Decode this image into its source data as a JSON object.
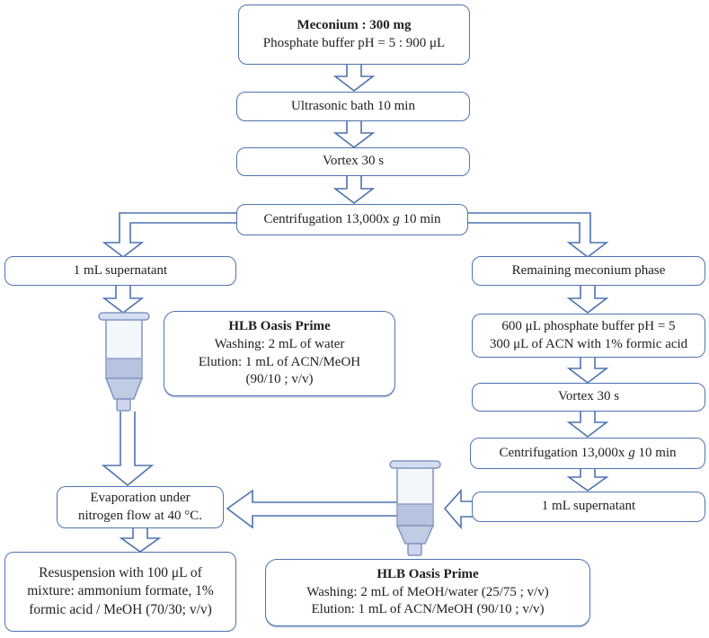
{
  "colors": {
    "box_border": "#4e73b0",
    "arrow_stroke": "#4e73b0",
    "cartridge_stroke": "#8195c3",
    "cartridge_body": "#f3f6fb",
    "cartridge_liquid": "#b7c3df",
    "cartridge_rim": "#d4deef",
    "text": "#1f1f1f",
    "background": "#ffffff"
  },
  "boxes": {
    "meconium": {
      "line1": "Meconium : 300 mg",
      "line2": "Phosphate buffer pH = 5 : 900 μL"
    },
    "ultrasonic": {
      "label": "Ultrasonic bath 10 min"
    },
    "vortex1": {
      "label": "Vortex 30 s"
    },
    "centrifugation1": {
      "pre": "Centrifugation 13,000x ",
      "g": "g",
      "post": " 10 min"
    },
    "supernatant1": {
      "label": "1 mL supernatant"
    },
    "hlb_left": {
      "title": "HLB Oasis Prime",
      "line1": "Washing: 2 mL of water",
      "line2": "Elution: 1 mL of ACN/MeOH",
      "line3": "(90/10 ; v/v)"
    },
    "remaining": {
      "label": "Remaining meconium phase"
    },
    "buffer": {
      "line1": "600 μL phosphate buffer pH = 5",
      "line2": "300 μL of ACN with 1% formic acid"
    },
    "vortex2": {
      "label": "Vortex 30 s"
    },
    "centrifugation2": {
      "pre": "Centrifugation 13,000x ",
      "g": "g",
      "post": " 10 min"
    },
    "supernatant2": {
      "label": "1 mL supernatant"
    },
    "evaporation": {
      "line1": "Evaporation under",
      "line2": "nitrogen flow at 40 °C."
    },
    "resuspension": {
      "line1": "Resuspension with 100 μL of",
      "line2": "mixture: ammonium formate, 1%",
      "line3": "formic acid / MeOH (70/30; v/v)"
    },
    "hlb_right": {
      "title": "HLB Oasis Prime",
      "line1": "Washing: 2 mL of MeOH/water (25/75 ; v/v)",
      "line2": "Elution: 1 mL of ACN/MeOH (90/10 ; v/v)"
    }
  },
  "icons": {
    "left_cartridge": "spe-cartridge",
    "right_cartridge": "spe-cartridge"
  }
}
